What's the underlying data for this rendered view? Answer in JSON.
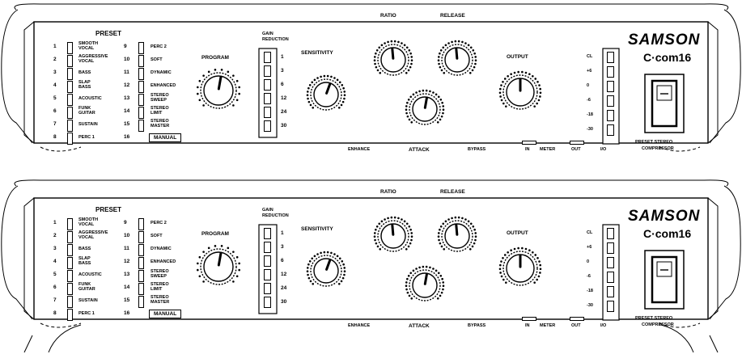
{
  "units": [
    {
      "brand": "SAMSON",
      "model": "C·com16",
      "section_preset": "PRESET",
      "gain_reduction": [
        "GAIN",
        "REDUCTION"
      ],
      "presets_left": [
        {
          "num": "1",
          "name": [
            "SMOOTH",
            "VOCAL"
          ]
        },
        {
          "num": "2",
          "name": [
            "AGGRESSIVE",
            "VOCAL"
          ]
        },
        {
          "num": "3",
          "name": [
            "BASS"
          ]
        },
        {
          "num": "4",
          "name": [
            "SLAP",
            "BASS"
          ]
        },
        {
          "num": "5",
          "name": [
            "ACOUSTIC"
          ]
        },
        {
          "num": "6",
          "name": [
            "FUNK",
            "GUITAR"
          ]
        },
        {
          "num": "7",
          "name": [
            "SUSTAIN"
          ]
        },
        {
          "num": "8",
          "name": [
            "PERC 1"
          ]
        }
      ],
      "presets_right": [
        {
          "num": "9",
          "name": [
            "PERC 2"
          ]
        },
        {
          "num": "10",
          "name": [
            "SOFT"
          ]
        },
        {
          "num": "11",
          "name": [
            "DYNAMIC"
          ]
        },
        {
          "num": "12",
          "name": [
            "ENHANCED"
          ]
        },
        {
          "num": "13",
          "name": [
            "STEREO",
            "SWEEP"
          ]
        },
        {
          "num": "14",
          "name": [
            "STEREO",
            "LIMIT"
          ]
        },
        {
          "num": "15",
          "name": [
            "STEREO",
            "MASTER"
          ]
        },
        {
          "num": "16",
          "name": [
            "MANUAL"
          ]
        }
      ],
      "program_label": "PROGRAM",
      "gr_scale": [
        "1",
        "3",
        "6",
        "12",
        "24",
        "30"
      ],
      "knob_labels": {
        "sensitivity": "SENSITIVITY",
        "ratio": "RATIO",
        "release": "RELEASE",
        "attack": "ATTACK",
        "output": "OUTPUT"
      },
      "bottom_labels": [
        "ENHANCE",
        "ATTACK",
        "BYPASS",
        "IN",
        "METER",
        "OUT",
        "I/O"
      ],
      "meter_scale": [
        "CL",
        "+6",
        "0",
        "-6",
        "-18",
        "-30"
      ],
      "power_label": [
        "PRESET STEREO",
        "COMPRESSOR"
      ]
    },
    {
      "brand": "SAMSON",
      "model": "C·com16",
      "section_preset": "PRESET",
      "gain_reduction": [
        "GAIN",
        "REDUCTION"
      ],
      "presets_left": [
        {
          "num": "1",
          "name": [
            "SMOOTH",
            "VOCAL"
          ]
        },
        {
          "num": "2",
          "name": [
            "AGGRESSIVE",
            "VOCAL"
          ]
        },
        {
          "num": "3",
          "name": [
            "BASS"
          ]
        },
        {
          "num": "4",
          "name": [
            "SLAP",
            "BASS"
          ]
        },
        {
          "num": "5",
          "name": [
            "ACOUSTIC"
          ]
        },
        {
          "num": "6",
          "name": [
            "FUNK",
            "GUITAR"
          ]
        },
        {
          "num": "7",
          "name": [
            "SUSTAIN"
          ]
        },
        {
          "num": "8",
          "name": [
            "PERC 1"
          ]
        }
      ],
      "presets_right": [
        {
          "num": "9",
          "name": [
            "PERC 2"
          ]
        },
        {
          "num": "10",
          "name": [
            "SOFT"
          ]
        },
        {
          "num": "11",
          "name": [
            "DYNAMIC"
          ]
        },
        {
          "num": "12",
          "name": [
            "ENHANCED"
          ]
        },
        {
          "num": "13",
          "name": [
            "STEREO",
            "SWEEP"
          ]
        },
        {
          "num": "14",
          "name": [
            "STEREO",
            "LIMIT"
          ]
        },
        {
          "num": "15",
          "name": [
            "STEREO",
            "MASTER"
          ]
        },
        {
          "num": "16",
          "name": [
            "MANUAL"
          ]
        }
      ],
      "program_label": "PROGRAM",
      "gr_scale": [
        "1",
        "3",
        "6",
        "12",
        "24",
        "30"
      ],
      "knob_labels": {
        "sensitivity": "SENSITIVITY",
        "ratio": "RATIO",
        "release": "RELEASE",
        "attack": "ATTACK",
        "output": "OUTPUT"
      },
      "bottom_labels": [
        "ENHANCE",
        "ATTACK",
        "BYPASS",
        "IN",
        "METER",
        "OUT",
        "I/O"
      ],
      "meter_scale": [
        "CL",
        "+6",
        "0",
        "-6",
        "-18",
        "-30"
      ],
      "power_label": [
        "PRESET STEREO",
        "COMPRESSOR"
      ]
    }
  ]
}
